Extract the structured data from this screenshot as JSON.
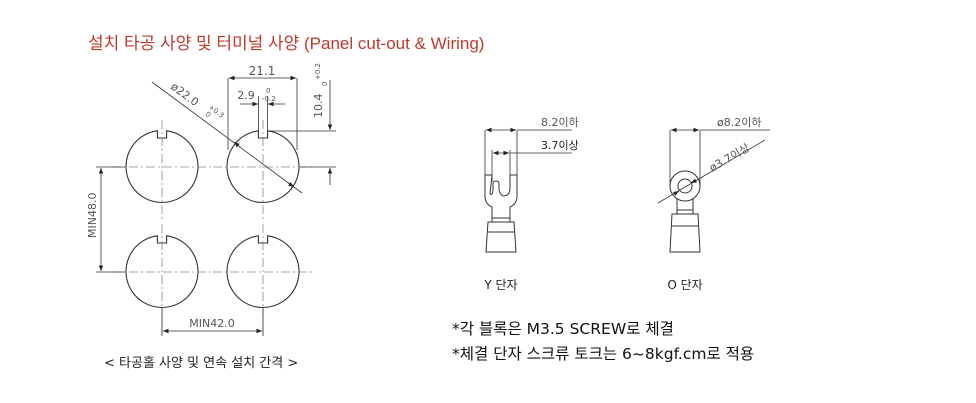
{
  "title": "설치 타공 사양 및 터미널 사양 (Panel cut-out & Wiring)",
  "cutout": {
    "dim_width": "21.1",
    "dim_slot": "2.9",
    "dim_slot_tol_top": "0",
    "dim_slot_tol_bottom": "-0.2",
    "dim_height": "10.4",
    "dim_height_tol_top": "+0.2",
    "dim_height_tol_bottom": "0",
    "dim_diameter": "ø22.0",
    "dim_diameter_tol_top": "+0.3",
    "dim_diameter_tol_bottom": "0",
    "dim_vertical_spacing": "MIN48.0",
    "dim_horizontal_spacing": "MIN42.0",
    "caption": "< 타공홀 사양 및 연속 설치 간격 >"
  },
  "terminals": {
    "y_terminal": {
      "width_max": "8.2이하",
      "screw_min": "3.7이상",
      "label": "Y 단자"
    },
    "o_terminal": {
      "outer_max": "ø8.2이하",
      "hole_min": "ø3.7이상",
      "label": "O 단자"
    }
  },
  "notes": [
    "*각 블록은 M3.5 SCREW로 체결",
    "*체결 단자 스크류 토크는 6~8kgf.cm로 적용"
  ],
  "colors": {
    "title": "#c0392b",
    "line": "#333333",
    "center_line": "#777777",
    "dim_text": "#555555"
  }
}
